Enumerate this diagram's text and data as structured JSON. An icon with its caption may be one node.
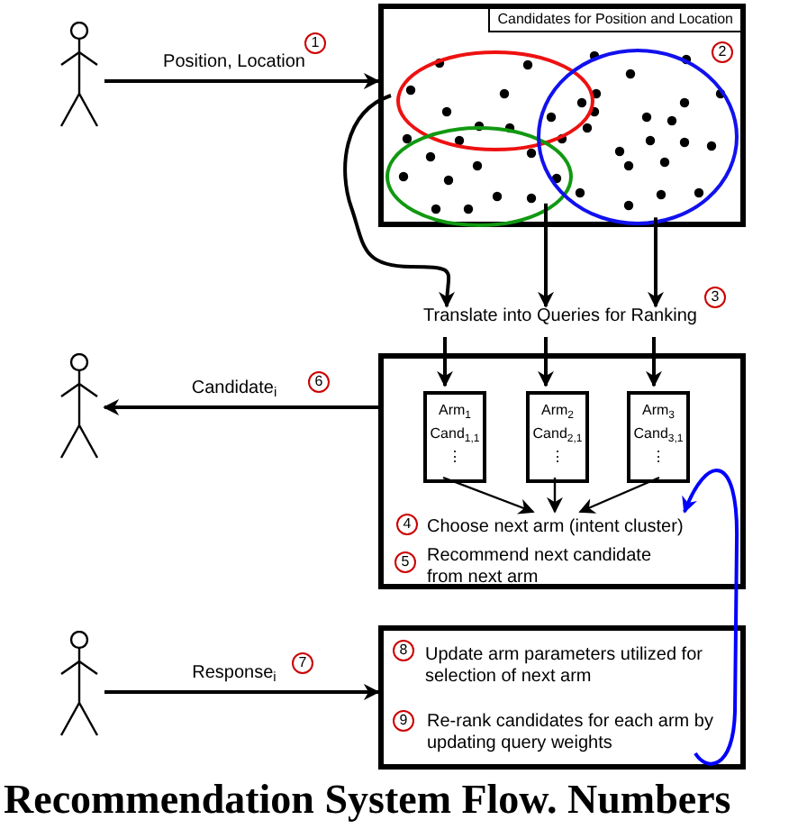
{
  "diagram": {
    "caption": "Recommendation System Flow. Numbers",
    "nodes": [
      {
        "text": [],
        "shape": "person"
      },
      {
        "text": [
          "Candidates for Position and Location"
        ]
      },
      {
        "text": [],
        "shape": "ellipse",
        "in": 1
      },
      {
        "text": [],
        "shape": "ellipse",
        "in": 1
      },
      {
        "text": [],
        "shape": "ellipse",
        "in": 1
      },
      {
        "text": [
          "Translate into Queries for Ranking"
        ]
      },
      {
        "text": [],
        "shape": "person"
      },
      {
        "text": [],
        "shape": "box"
      },
      {
        "text": [
          "Arm$_{1}$",
          "Cand$_{1,1}$",
          "⋮"
        ],
        "in": 7
      },
      {
        "text": [
          "Arm$_{2}$",
          "Cand$_{2,1}$",
          "⋮"
        ],
        "in": 7
      },
      {
        "text": [
          "Arm$_{3}$",
          "Cand$_{3,1}$",
          "⋮"
        ],
        "in": 7
      },
      {
        "text": [
          "Choose next arm (intent cluster)"
        ],
        "in": 7
      },
      {
        "text": [
          "Recommend next candidate from next arm"
        ],
        "in": 7
      },
      {
        "text": [],
        "shape": "person"
      },
      {
        "text": [],
        "shape": "box"
      },
      {
        "text": [
          "Update arm parameters utilized for selection of next arm"
        ],
        "in": 14
      },
      {
        "text": [
          "Re-rank candidates for each arm by updating query weights"
        ],
        "in": 14
      }
    ],
    "edges": [
      {
        "from": 0,
        "to": 1,
        "arrow": "to",
        "label": "Position, Location"
      },
      {
        "from": 2,
        "to": 5,
        "arrow": "to"
      },
      {
        "from": 3,
        "to": 5,
        "arrow": "to"
      },
      {
        "from": 4,
        "to": 5,
        "arrow": "to"
      },
      {
        "from": 5,
        "to": 8,
        "arrow": "to"
      },
      {
        "from": 5,
        "to": 9,
        "arrow": "to"
      },
      {
        "from": 5,
        "to": 10,
        "arrow": "to"
      },
      {
        "from": 8,
        "to": 11,
        "arrow": "to"
      },
      {
        "from": 9,
        "to": 11,
        "arrow": "to"
      },
      {
        "from": 10,
        "to": 11,
        "arrow": "to"
      },
      {
        "from": 16,
        "to": 11,
        "arrow": "to",
        "color": "#0000ff"
      },
      {
        "from": 7,
        "to": 6,
        "arrow": "to",
        "label": "Candidate$_{i}$"
      },
      {
        "from": 13,
        "to": 14,
        "arrow": "to",
        "label": "Response$_{i}$"
      }
    ],
    "labels": [
      "1",
      "2",
      "3",
      "6",
      "4",
      "5",
      "7",
      "8",
      "9"
    ]
  }
}
